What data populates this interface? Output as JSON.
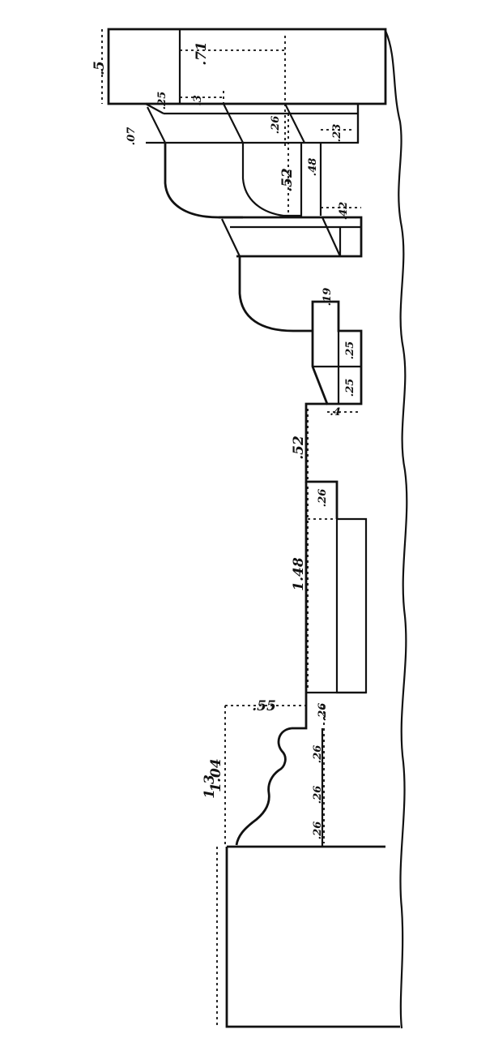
{
  "diagram": {
    "dimensions": {
      "top_block_height": ".5",
      "top_block_depth": ".71",
      "step_a": ".25",
      "step_b": ".3",
      "fillet_left": ".07",
      "fillet_inner": ".26",
      "fascia_tip": ".23",
      "cyma_height": ".52",
      "cyma_inner": ".48",
      "corona_projection": ".42",
      "small_step": ".19",
      "band_upper": ".25",
      "band_lower": ".25",
      "offset": ".4",
      "neck_height": ".52",
      "neck_step": ".26",
      "shaft_height": "1.48",
      "base_step": ".26",
      "base_projection": ".55",
      "base_moulding_height": "1.04",
      "base_part_1": ".26",
      "base_part_2": ".26",
      "base_part_3": ".26",
      "plinth_height": "1.3"
    }
  }
}
